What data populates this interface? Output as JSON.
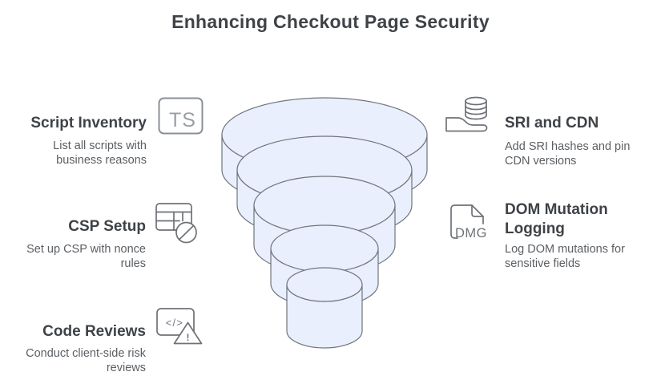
{
  "title": "Enhancing Checkout Page Security",
  "left_items": [
    {
      "heading": "Script Inventory",
      "description": "List all scripts with business reasons",
      "icon": "ts-badge-icon",
      "icon_label": "TS"
    },
    {
      "heading": "CSP Setup",
      "description": "Set up CSP with nonce rules",
      "icon": "table-csp-blocked-icon"
    },
    {
      "heading": "Code Reviews",
      "description": "Conduct client-side risk reviews",
      "icon": "code-warning-icon",
      "icon_label": "</>",
      "icon_warning_label": "!"
    }
  ],
  "right_items": [
    {
      "heading": "SRI and CDN",
      "description": "Add SRI hashes and pin CDN versions",
      "icon": "database-hand-icon"
    },
    {
      "heading": "DOM Mutation Logging",
      "description": "Log DOM mutations for sensitive fields",
      "icon": "dmg-file-icon",
      "icon_label": "DMG"
    }
  ],
  "funnel": {
    "type": "funnel",
    "layers": 5,
    "fill": "#e9effc",
    "stroke": "#70757c"
  },
  "colors": {
    "background": "#ffffff",
    "title": "#3f4347",
    "heading": "#3f4347",
    "body_text": "#5b5f63",
    "icon_stroke": "#6e7277",
    "icon_label": "#9aa0a8"
  }
}
